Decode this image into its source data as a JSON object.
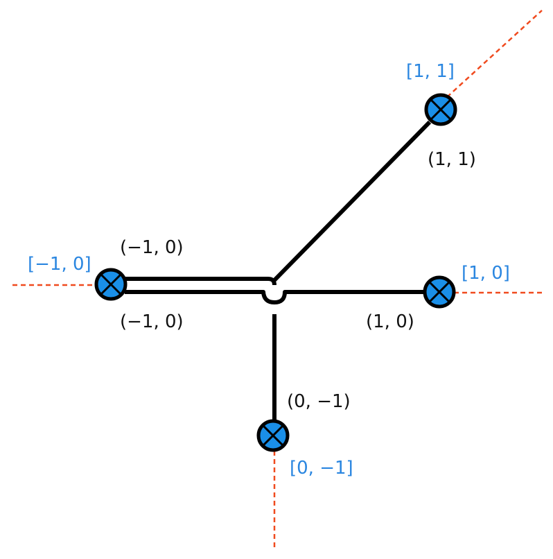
{
  "colors": {
    "node_fill": "#1a8fe8",
    "node_stroke": "#000000",
    "edge": "#000000",
    "ray": "#f04a1e",
    "vertex_label": "#2a86e0",
    "edge_label": "#111111"
  },
  "vertex_labels": {
    "top_right": "[1, 1]",
    "left": "[−1, 0]",
    "right": "[1, 0]",
    "bottom": "[0, −1]"
  },
  "edge_labels": {
    "diagonal": "(1, 1)",
    "left_upper": "(−1, 0)",
    "left_lower": "(−1, 0)",
    "right": "(1, 0)",
    "bottom": "(0, −1)"
  },
  "icons": {
    "node": "circled-x-icon"
  }
}
